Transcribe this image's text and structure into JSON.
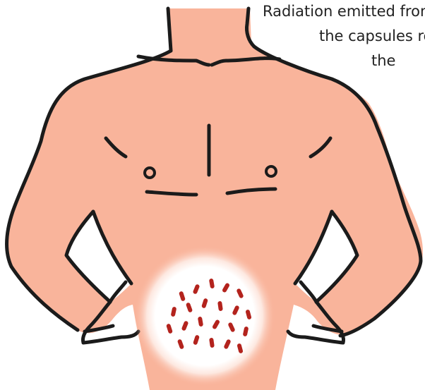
{
  "caption": {
    "lines": [
      "Radiation emitted from",
      "the capsules reaches",
      "the"
    ]
  },
  "colors": {
    "skin": "#f9b49b",
    "outline": "#1b1b1b",
    "glow_outer": "#fbd9cd",
    "glow_inner": "#ffffff",
    "capsule": "#b3231d"
  }
}
